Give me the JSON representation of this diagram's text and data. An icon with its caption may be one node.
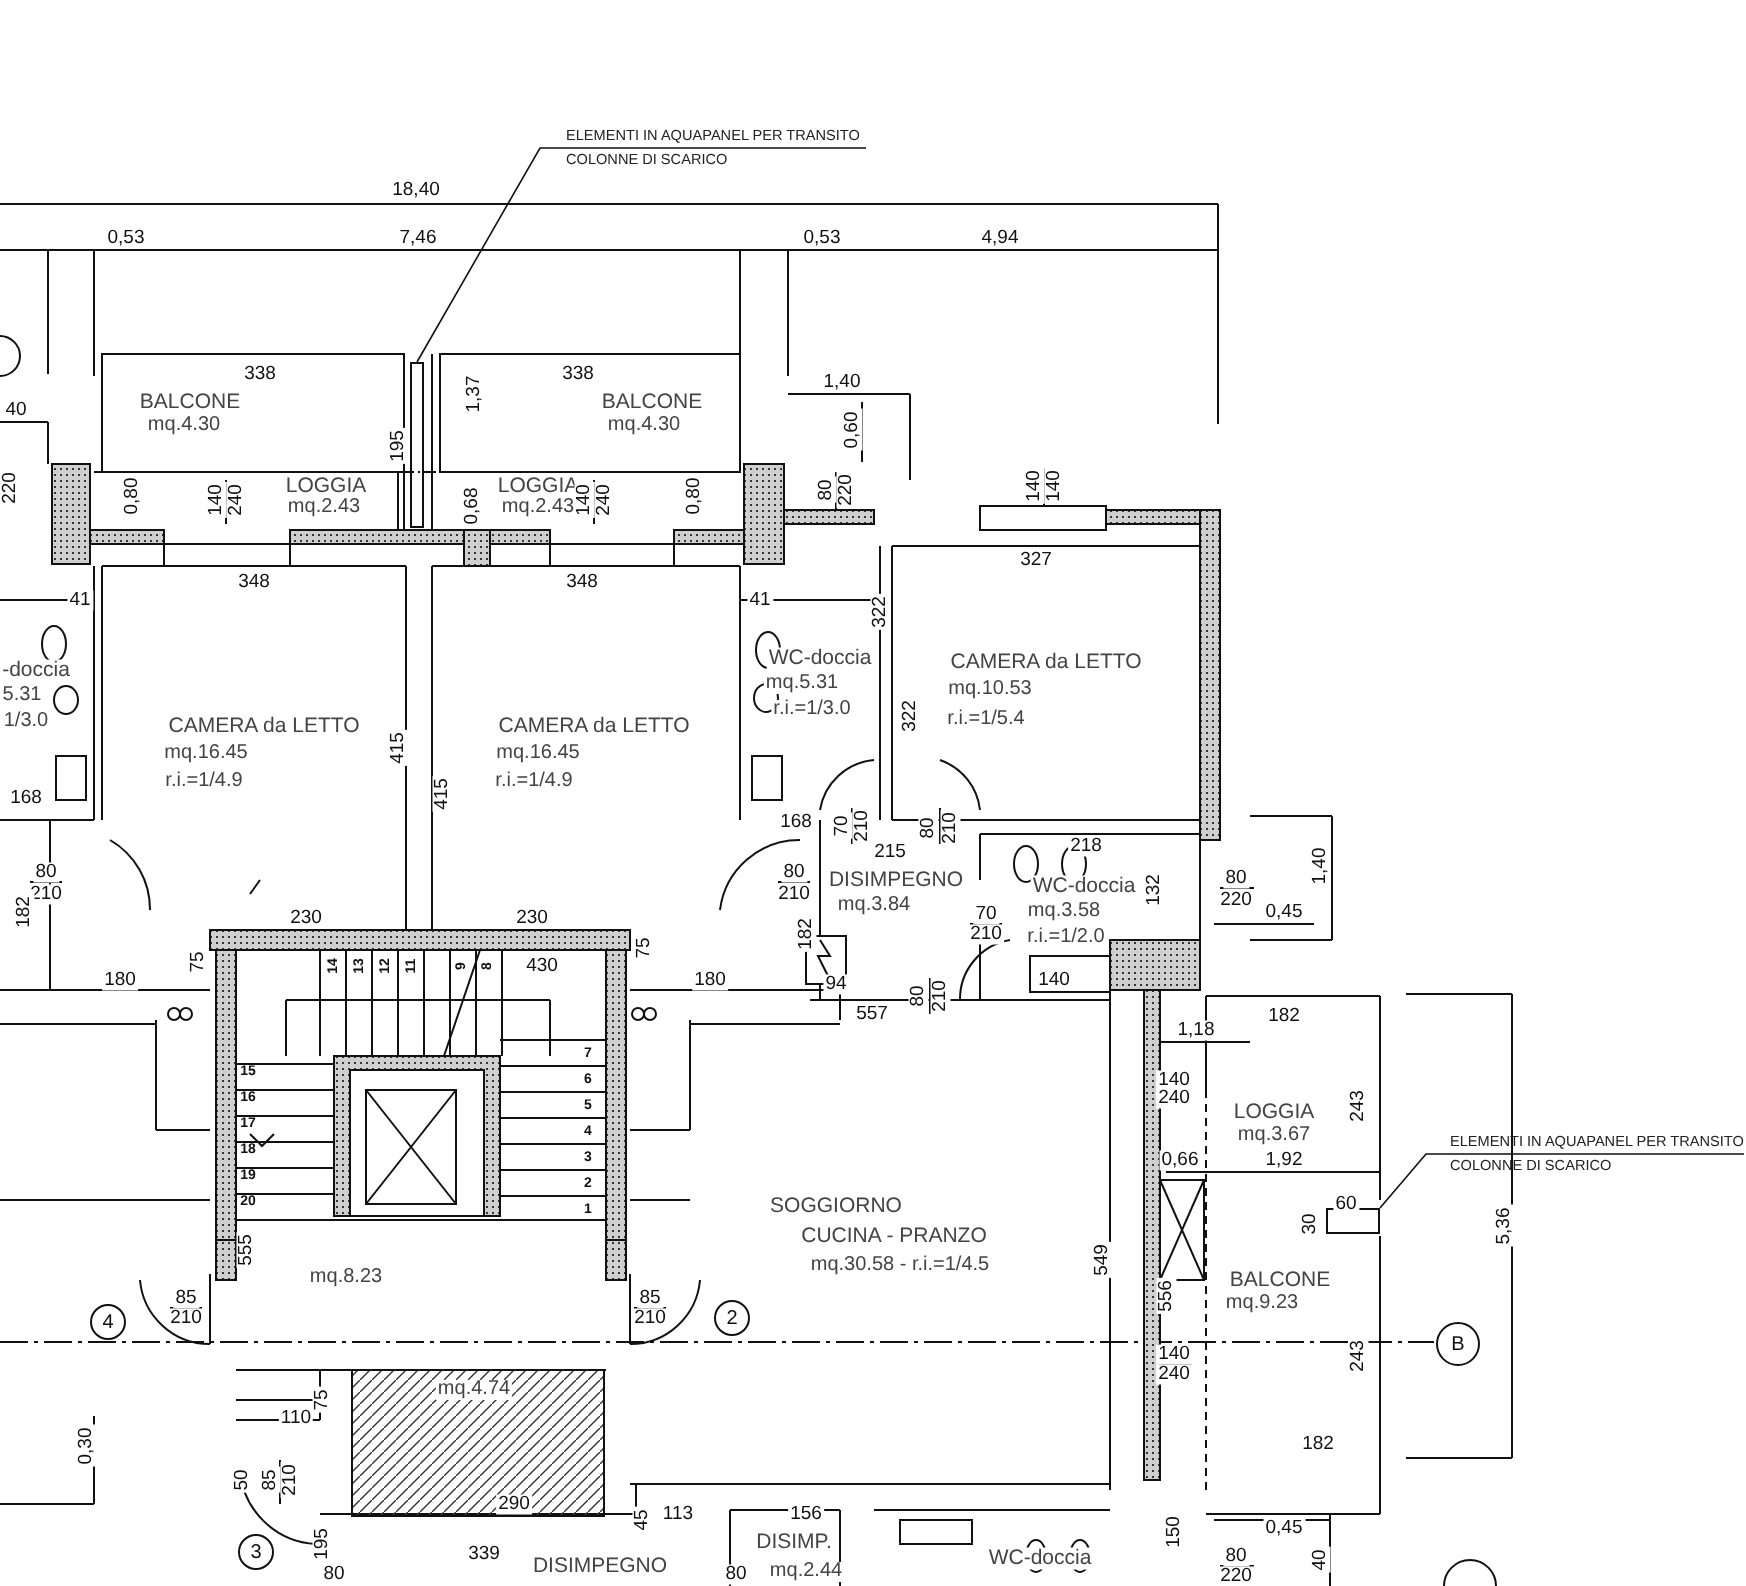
{
  "diagram": {
    "nodes": [
      {
        "text": [
          "ELEMENTI IN AQUAPANEL PER TRANSITO COLONNE DI SCARICO"
        ]
      },
      {
        "text": [],
        "shape": "box"
      },
      {
        "text": [
          "ELEMENTI IN AQUAPANEL PER TRANSITO COLONNE DI SCARICO"
        ]
      },
      {
        "text": [],
        "shape": "box"
      },
      {
        "text": [
          "4"
        ]
      },
      {
        "text": [
          "2"
        ]
      },
      {
        "text": [
          "3"
        ]
      },
      {
        "text": [
          "B"
        ]
      }
    ],
    "edges": [
      {
        "from": 0,
        "to": 1,
        "arrow": "none"
      },
      {
        "from": 2,
        "to": 3,
        "arrow": "none"
      }
    ],
    "labels": [
      "18,40",
      "0,53",
      "7,46",
      "0,53",
      "4,94",
      "1,40",
      "338",
      "338",
      "BALCONE",
      "mq.4.30",
      "1,37",
      "BALCONE",
      "mq.4.30",
      "40",
      "0,60",
      "195",
      "220",
      "0,80",
      "140",
      "240",
      "LOGGIA",
      "mq.2.43",
      "0,68",
      "LOGGIA",
      "mq.2.43",
      "140",
      "240",
      "0,80",
      "80",
      "220",
      "140",
      "140",
      "327",
      "348",
      "348",
      "41",
      "41",
      "322",
      "CAMERA da LETTO",
      "mq.10.53",
      "r.i.=1/5.4",
      "-doccia",
      "5.31",
      "1/3.0",
      "WC-doccia",
      "mq.5.31",
      "r.i.=1/3.0",
      "322",
      "CAMERA da LETTO",
      "mq.16.45",
      "r.i.=1/4.9",
      "415",
      "CAMERA da LETTO",
      "mq.16.45",
      "r.i.=1/4.9",
      "415",
      "168",
      "168",
      "70",
      "210",
      "80",
      "210",
      "218",
      "215",
      "80",
      "210",
      "80",
      "210",
      "DISIMPEGNO",
      "mq.3.84",
      "WC-doccia",
      "mq.3.58",
      "r.i.=1/2.0",
      "132",
      "80",
      "220",
      "0,45",
      "1,40",
      "182",
      "70",
      "210",
      "182",
      "230",
      "230",
      "75",
      "75",
      "14",
      "13",
      "12",
      "11",
      "9",
      "8",
      "430",
      "180",
      "180",
      "94",
      "140",
      "80",
      "210",
      "557",
      "182",
      "1,18",
      "7",
      "15",
      "6",
      "140",
      "16",
      "240",
      "5",
      "243",
      "LOGGIA",
      "17",
      "4",
      "mq.3.67",
      "18",
      "3",
      "0,66",
      "1,92",
      "19",
      "2",
      "20",
      "1",
      "SOGGIORNO",
      "60",
      "30",
      "5,36",
      "CUCINA - PRANZO",
      "555",
      "549",
      "mq.30.58 - r.i.=1/4.5",
      "mq.8.23",
      "BALCONE",
      "556",
      "85",
      "210",
      "85",
      "210",
      "mq.9.23",
      "243",
      "140",
      "240",
      "mq.4.74",
      "75",
      "110",
      "182",
      "0,30",
      "50",
      "85",
      "210",
      "290",
      "113",
      "156",
      "45",
      "0,45",
      "150",
      "DISIMP.",
      "195",
      "339",
      "WC-doccia",
      "80",
      "40",
      "80",
      "DISIMPEGNO",
      "80",
      "mq.2.44",
      "220"
    ]
  }
}
